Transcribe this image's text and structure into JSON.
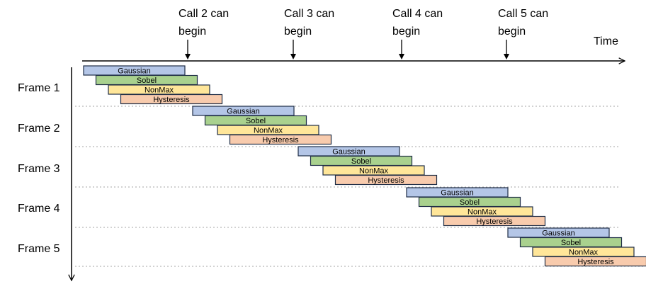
{
  "time_axis": {
    "label": "Time",
    "callouts": [
      {
        "line1": "Call 2 can",
        "line2": "begin"
      },
      {
        "line1": "Call 3 can",
        "line2": "begin"
      },
      {
        "line1": "Call 4 can",
        "line2": "begin"
      },
      {
        "line1": "Call 5 can",
        "line2": "begin"
      }
    ]
  },
  "frames": [
    {
      "label": "Frame 1"
    },
    {
      "label": "Frame 2"
    },
    {
      "label": "Frame 3"
    },
    {
      "label": "Frame 4"
    },
    {
      "label": "Frame 5"
    }
  ],
  "stages": [
    {
      "name": "Gaussian",
      "fill": "#b4c6e7"
    },
    {
      "name": "Sobel",
      "fill": "#a9d18e"
    },
    {
      "name": "NonMax",
      "fill": "#ffe699"
    },
    {
      "name": "Hysteresis",
      "fill": "#f8cbad"
    }
  ],
  "colors": {
    "bar_border": "#1f2d46",
    "axis": "#000000",
    "divider": "#a6a6a6"
  }
}
